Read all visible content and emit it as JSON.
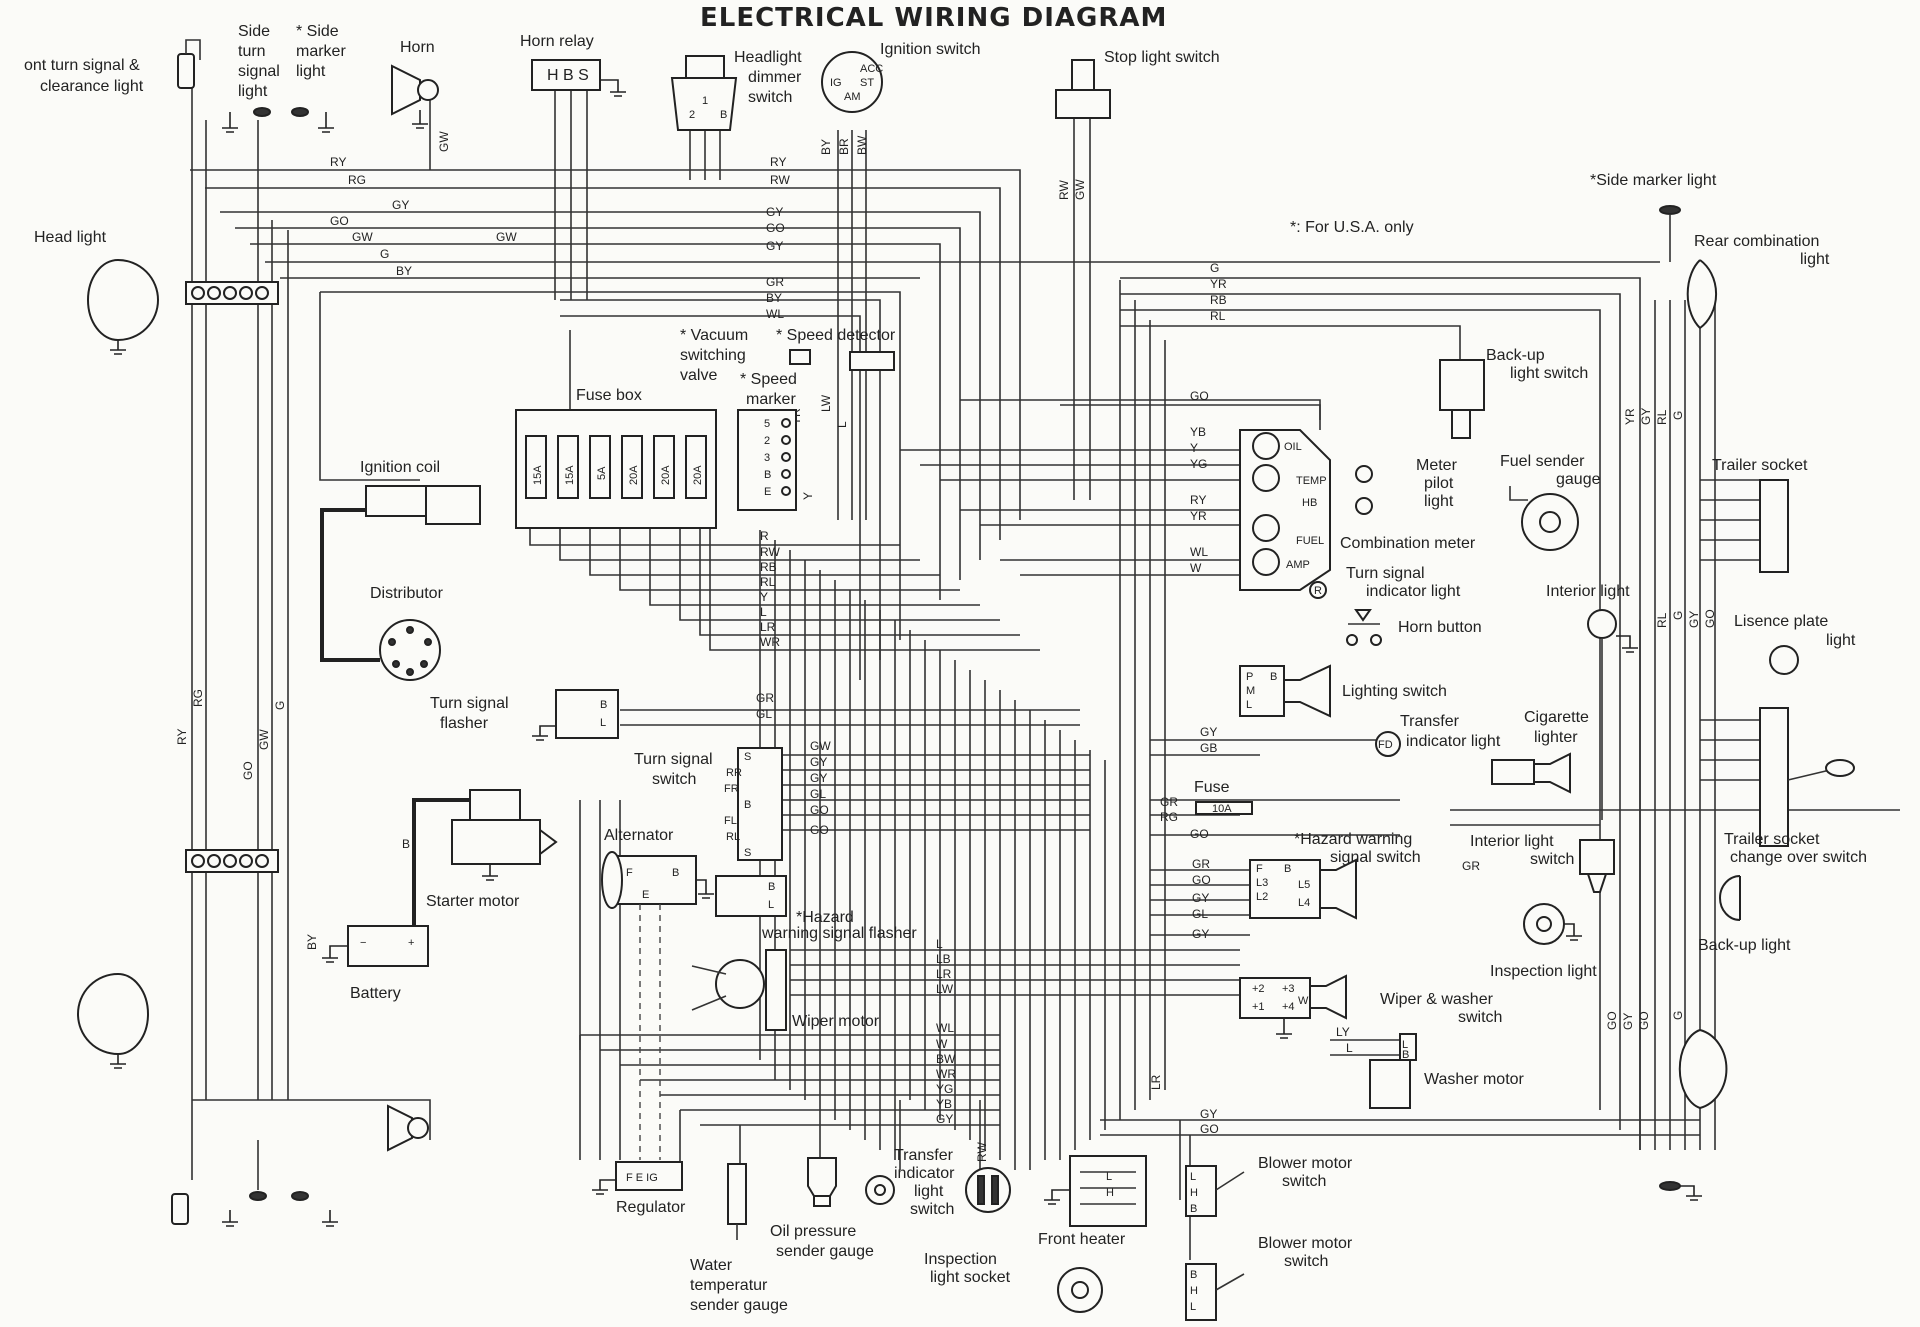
{
  "title": "ELECTRICAL WIRING DIAGRAM",
  "note": "*: For U.S.A. only",
  "components": {
    "front_turn_signal": "ont turn signal &",
    "clearance_light": "clearance light",
    "side_turn_signal_1": "Side",
    "side_turn_signal_2": "turn",
    "side_turn_signal_3": "signal",
    "side_turn_signal_4": "light",
    "side_marker_1": "* Side",
    "side_marker_2": "marker",
    "side_marker_3": "light",
    "horn": "Horn",
    "horn_relay": "Horn relay",
    "horn_relay_terminals": "H B S",
    "headlight_dimmer_1": "Headlight",
    "headlight_dimmer_2": "dimmer",
    "headlight_dimmer_3": "switch",
    "ignition_switch": "Ignition switch",
    "stop_light_switch": "Stop light switch",
    "side_marker_rear": "*Side marker light",
    "head_light": "Head light",
    "rear_combination_1": "Rear combination",
    "rear_combination_2": "light",
    "vacuum_1": "* Vacuum",
    "vacuum_2": "switching",
    "vacuum_3": "valve",
    "speed_detector": "* Speed detector",
    "speed_marker_1": "* Speed",
    "speed_marker_2": "marker",
    "fuse_box": "Fuse box",
    "backup_switch_1": "Back-up",
    "backup_switch_2": "light switch",
    "ignition_coil": "Ignition coil",
    "meter_pilot_1": "Meter",
    "meter_pilot_2": "pilot",
    "meter_pilot_3": "light",
    "fuel_sender_1": "Fuel sender",
    "fuel_sender_2": "gauge",
    "trailer_socket": "Trailer socket",
    "combination_meter": "Combination meter",
    "distributor": "Distributor",
    "turn_indicator_1": "Turn signal",
    "turn_indicator_2": "indicator light",
    "interior_light": "Interior light",
    "horn_button": "Horn button",
    "license_plate_1": "Lisence plate",
    "license_plate_2": "light",
    "lighting_switch": "Lighting switch",
    "turn_flasher_1": "Turn signal",
    "turn_flasher_2": "flasher",
    "transfer_ind_1": "Transfer",
    "transfer_ind_2": "indicator light",
    "cigarette_1": "Cigarette",
    "cigarette_2": "lighter",
    "turn_switch_1": "Turn signal",
    "turn_switch_2": "switch",
    "fuse": "Fuse",
    "fuse_rating": "10A",
    "alternator": "Alternator",
    "hazard_switch_1": "*Hazard warning",
    "hazard_switch_2": "signal switch",
    "interior_switch_1": "Interior light",
    "interior_switch_2": "switch",
    "trailer_changeover_1": "Trailer socket",
    "trailer_changeover_2": "change over switch",
    "starter_motor": "Starter motor",
    "hazard_flasher_1": "*Hazard",
    "hazard_flasher_2": "warning signal flasher",
    "backup_light": "Back-up light",
    "battery": "Battery",
    "inspection_light": "Inspection light",
    "wiper_motor": "Wiper motor",
    "wiper_switch_1": "Wiper & washer",
    "wiper_switch_2": "switch",
    "washer_motor": "Washer motor",
    "regulator": "Regulator",
    "regulator_terminals": "F E IG",
    "oil_pressure_1": "Oil pressure",
    "oil_pressure_2": "sender gauge",
    "water_temp_1": "Water",
    "water_temp_2": "temperatur",
    "water_temp_3": "sender gauge",
    "transfer_switch_1": "Transfer",
    "transfer_switch_2": "indicator",
    "transfer_switch_3": "light",
    "transfer_switch_4": "switch",
    "inspection_socket_1": "Inspection",
    "inspection_socket_2": "light socket",
    "front_heater": "Front heater",
    "blower_switch_1a": "Blower motor",
    "blower_switch_1b": "switch",
    "blower_switch_2a": "Blower   motor",
    "blower_switch_2b": "switch"
  },
  "fuses": [
    "15A",
    "15A",
    "5A",
    "20A",
    "20A",
    "20A"
  ],
  "gauges": [
    "OIL",
    "TEMP",
    "FUEL",
    "AMP",
    "HB"
  ],
  "terminal_labels": {
    "ign": [
      "ACC",
      "IG",
      "ST",
      "AM"
    ],
    "speed_marker": [
      "5",
      "2",
      "3",
      "B",
      "E"
    ],
    "turn_switch": [
      "S",
      "RR",
      "FR",
      "B",
      "FL",
      "RL",
      "S"
    ],
    "hazard": [
      "F",
      "L3",
      "L2",
      "B",
      "L5",
      "L4"
    ],
    "wiper_sw": [
      "+2",
      "+1",
      "+3",
      "+4",
      "W"
    ],
    "flasher": [
      "B",
      "L"
    ],
    "alt": [
      "F",
      "E",
      "B"
    ],
    "lighting_sw": [
      "P",
      "M",
      "L",
      "B"
    ],
    "blower": [
      "L",
      "H",
      "B"
    ],
    "heater": [
      "L",
      "H"
    ],
    "washer": [
      "L",
      "B"
    ],
    "dimmer": [
      "1",
      "2",
      "B"
    ],
    "fd": "FD",
    "r": "R"
  },
  "wire_codes": {
    "top": [
      "RY",
      "RG",
      "GY",
      "GO",
      "GW",
      "GW",
      "G",
      "BY"
    ],
    "ign_vertical": [
      "BY",
      "BR",
      "BW"
    ],
    "stop_vertical": [
      "RW",
      "GW"
    ],
    "horn_vertical": "GW",
    "mid": [
      "RY",
      "RW",
      "GY",
      "GO",
      "GY",
      "GR",
      "BY",
      "WL"
    ],
    "right_top": [
      "G",
      "YR",
      "RB",
      "RL",
      "GO"
    ],
    "meter": [
      "YB",
      "Y",
      "YG",
      "RY",
      "YR",
      "WL",
      "W"
    ],
    "fuse_out": [
      "R",
      "RW",
      "RB",
      "RL",
      "Y",
      "L",
      "LR",
      "WR"
    ],
    "speed": [
      "YR",
      "LW",
      "L",
      "Y"
    ],
    "flasher": [
      "GR",
      "GL"
    ],
    "turn_sw": [
      "GW",
      "GY",
      "GY",
      "GL",
      "GO",
      "GO"
    ],
    "switch_right": [
      "GY",
      "GB",
      "GR",
      "RG",
      "GO"
    ],
    "hazard_sw": [
      "GR",
      "GO",
      "GY",
      "GL",
      "GY"
    ],
    "wiper": [
      "L",
      "LB",
      "LR",
      "LW"
    ],
    "washer": [
      "LY",
      "L"
    ],
    "bottom": [
      "WL",
      "W",
      "BW",
      "WR",
      "YG",
      "YB",
      "GY"
    ],
    "bottom_right": [
      "GY",
      "GO"
    ],
    "lr": "LR",
    "rw": "RW",
    "left_vertical": [
      "RY",
      "RG",
      "GO",
      "GW",
      "G"
    ],
    "right_vertical": [
      "YR",
      "GY",
      "RL",
      "G",
      "RL",
      "G",
      "GY",
      "GO",
      "GO",
      "GY",
      "GO",
      "G"
    ],
    "b": "B",
    "by": "BY",
    "gr2": "GR"
  }
}
